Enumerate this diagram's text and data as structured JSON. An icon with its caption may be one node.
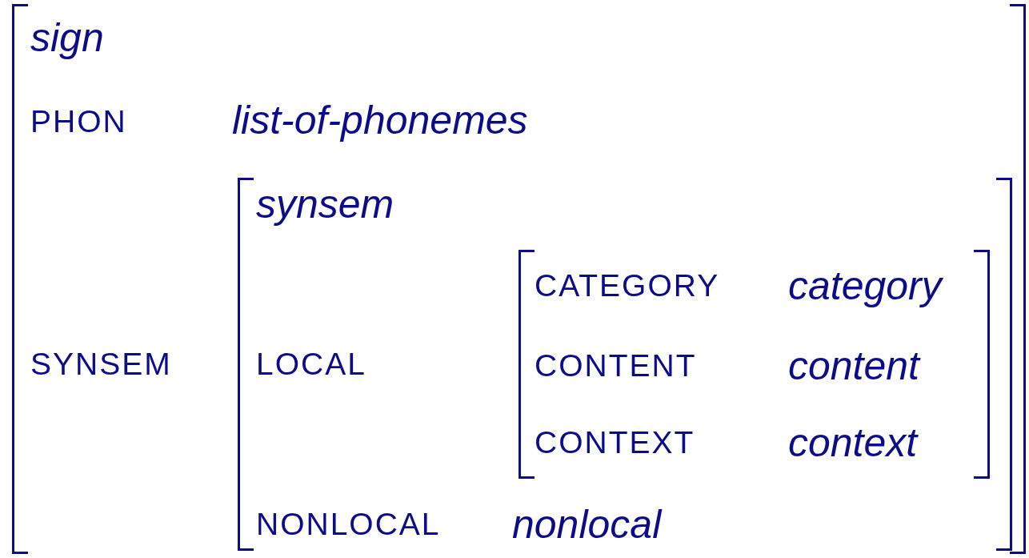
{
  "diagram": {
    "nodes": [
      {
        "text": [
          "sign",
          "PHON",
          "list-of-phonemes",
          "SYNSEM"
        ]
      },
      {
        "text": [
          "synsem",
          "LOCAL",
          "NONLOCAL",
          "nonlocal"
        ],
        "in": 0
      },
      {
        "text": [
          "CATEGORY",
          "category",
          "CONTENT",
          "content",
          "CONTEXT",
          "context"
        ],
        "in": 1
      }
    ]
  }
}
